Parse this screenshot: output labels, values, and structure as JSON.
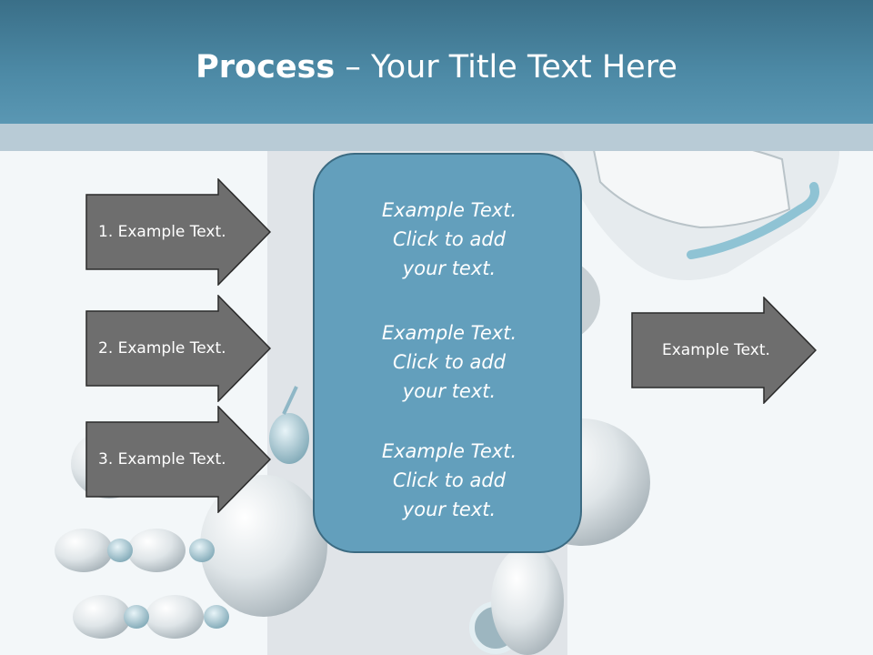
{
  "title": {
    "bold": "Process",
    "rest": " – Your Title Text Here"
  },
  "left_arrows": [
    {
      "label": "1. Example Text."
    },
    {
      "label": "2. Example Text."
    },
    {
      "label": "3. Example Text."
    }
  ],
  "center_box": {
    "blocks": [
      {
        "lines": [
          "Example Text.",
          "Click  to add",
          "your text."
        ]
      },
      {
        "lines": [
          "Example Text.",
          "Click  to add",
          "your text."
        ]
      },
      {
        "lines": [
          "Example Text.",
          "Click  to add",
          "your text."
        ]
      }
    ]
  },
  "right_arrow": {
    "label": "Example Text."
  },
  "colors": {
    "title_bar": "#4a87a3",
    "arrow_fill": "#6e6e6e",
    "box_fill": "#639fbc"
  }
}
